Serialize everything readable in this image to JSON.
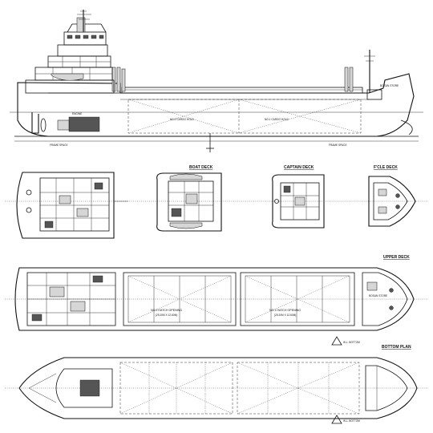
{
  "labels": {
    "boat_deck": "BOAT DECK",
    "captain_deck": "CAPTAIN DECK",
    "fcle_deck": "F'CLE DECK",
    "upper_deck": "UPPER DECK",
    "bottom_plan": "BOTTOM PLAN"
  },
  "profile": {
    "hold_1": "NO.2 CARGO HOLD",
    "hold_2": "NO.1 CARGO HOLD",
    "engine": "ENGINE",
    "frame_left": "FRAME SPACE",
    "frame_right": "FRAME SPACE",
    "bosun": "BOSUN STORE"
  },
  "upper": {
    "hatch_2": "NO.2 HATCH OPENING",
    "hatch_2_dim": "(25.20M X 12.60M)",
    "hatch_1": "NO.1 HATCH OPENING",
    "hatch_1_dim": "(25.20M X 12.60M)",
    "bosun": "BOSUN STORE"
  },
  "bottom": {
    "mark_top": "W.L. BOTTOM",
    "mark_bottom": "W.L. BOTTOM"
  },
  "colors": {
    "line": "#111111",
    "fill": "#d6d6d6",
    "background": "#ffffff"
  }
}
